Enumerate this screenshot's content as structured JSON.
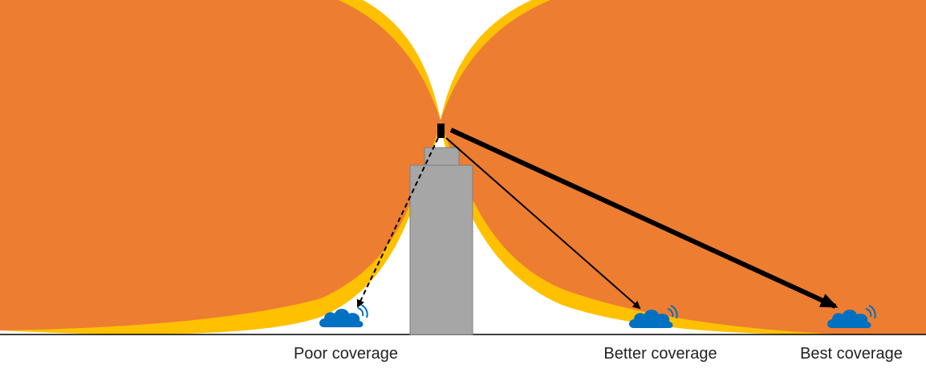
{
  "captions": {
    "poor": "Poor coverage",
    "better": "Better coverage",
    "best": "Best coverage"
  },
  "colors": {
    "outer_lobe": "#ffc000",
    "inner_lobe": "#ed7d31",
    "building": "#a6a6a6",
    "building_edge": "#7f7f7f",
    "antenna": "#000000",
    "device": "#0070c0",
    "arrow": "#000000",
    "ground": "#000000"
  },
  "icons": {
    "antenna": "antenna-icon",
    "device": "iot-cloud-device-icon"
  }
}
